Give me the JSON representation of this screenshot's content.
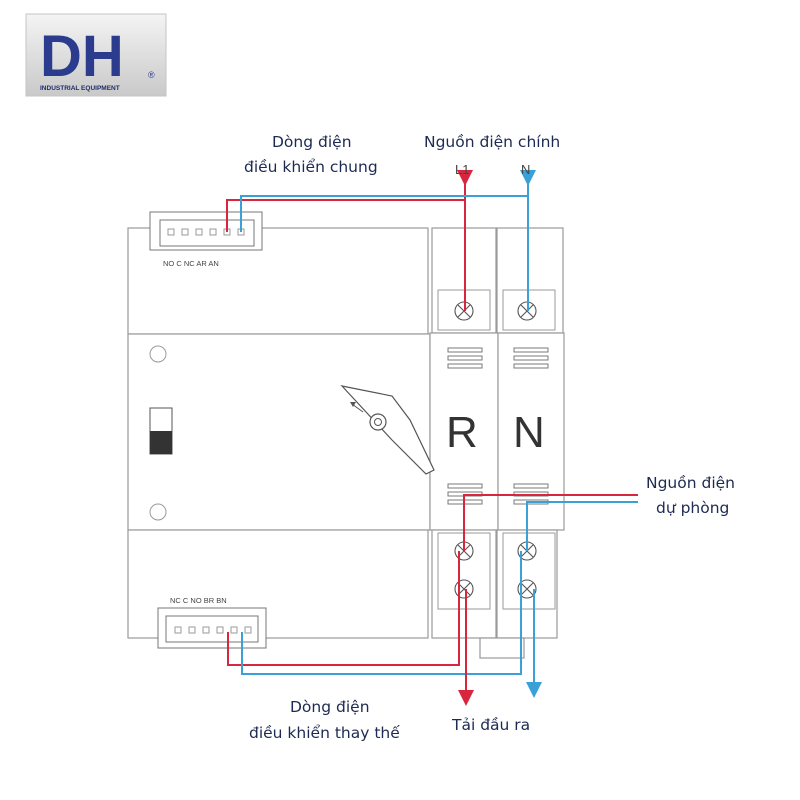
{
  "logo": {
    "mark": "DH",
    "registered": "®",
    "subtitle": "INDUSTRIAL EQUIPMENT"
  },
  "labels": {
    "common_control_line1": "Dòng điện",
    "common_control_line2": "điều khiển chung",
    "main_power": "Nguồn điện chính",
    "backup_power_line1": "Nguồn điện",
    "backup_power_line2": "dự phòng",
    "alt_control_line1": "Dòng điện",
    "alt_control_line2": "điều khiển thay thế",
    "load_output": "Tải đầu ra"
  },
  "terminals": {
    "l1": "L1",
    "n": "N",
    "top_block": "NO  C  NC AR AN",
    "bottom_block": "NC  C  NO BR BN"
  },
  "device": {
    "pole_r": "R",
    "pole_n": "N"
  },
  "colors": {
    "live_wire": "#d7263d",
    "neutral_wire": "#3aa0d8",
    "outline": "#9a9a9a",
    "label_text": "#1d2a52",
    "brand_blue": "#2b3c8f"
  }
}
